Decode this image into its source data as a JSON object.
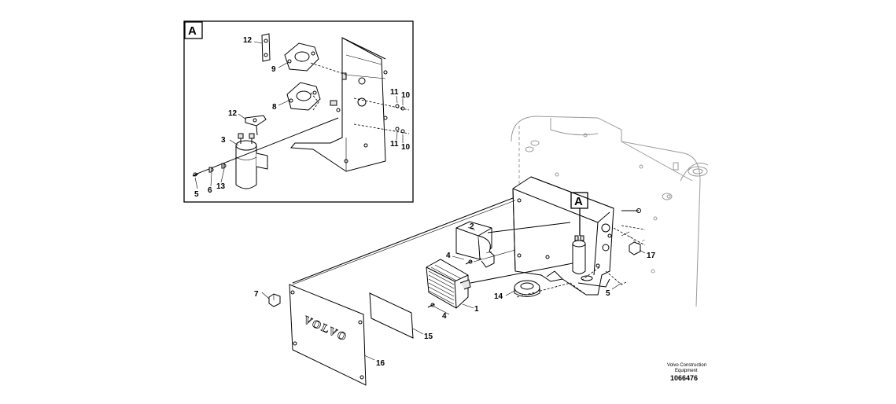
{
  "detail_view": {
    "letter": "A"
  },
  "main_view": {
    "callout_letter": "A"
  },
  "part_numbers": {
    "p1": "1",
    "p2": "2",
    "p3": "3",
    "p4a": "4",
    "p4b": "4",
    "p5a": "5",
    "p5b": "5",
    "p6": "6",
    "p7": "7",
    "p8": "8",
    "p9": "9",
    "p10a": "10",
    "p10b": "10",
    "p11a": "11",
    "p11b": "11",
    "p12a": "12",
    "p12b": "12",
    "p13": "13",
    "p14": "14",
    "p15": "15",
    "p16": "16",
    "p17": "17"
  },
  "cover_logo": "VOLVO",
  "footer": {
    "brand_line1": "Volvo Construction",
    "brand_line2": "Equipment",
    "drawing_number": "1066476"
  }
}
